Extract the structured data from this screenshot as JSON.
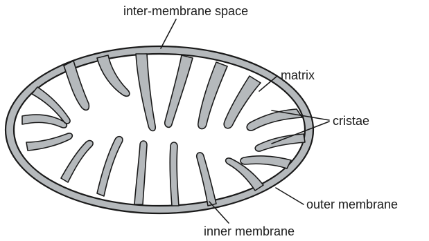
{
  "colors": {
    "membrane_fill": "#b5b9bc",
    "matrix_fill": "#ffffff",
    "stroke": "#1a1a1a"
  },
  "labels": {
    "intermembrane_space": "inter-membrane space",
    "matrix": "matrix",
    "cristae": "cristae",
    "outer_membrane": "outer membrane",
    "inner_membrane": "inner membrane"
  }
}
